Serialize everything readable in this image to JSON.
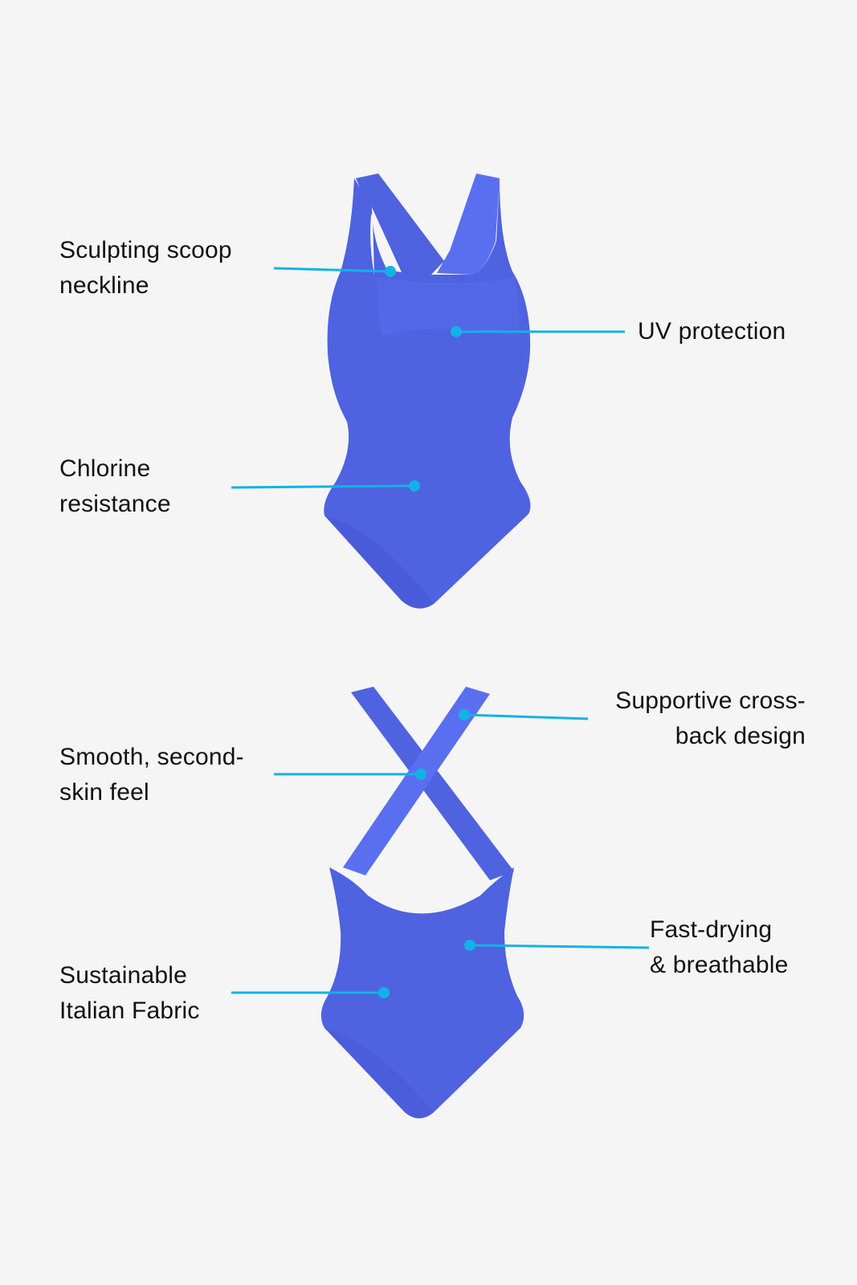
{
  "callouts": {
    "front": {
      "neckline": {
        "line1": "Sculpting scoop",
        "line2": "neckline"
      },
      "uv": {
        "line1": "UV protection"
      },
      "chlorine": {
        "line1": "Chlorine",
        "line2": "resistance"
      }
    },
    "back": {
      "crossback": {
        "line1": "Supportive cross-",
        "line2": "back design"
      },
      "smooth": {
        "line1": "Smooth, second-",
        "line2": "skin feel"
      },
      "fastdry": {
        "line1": "Fast-drying",
        "line2": "& breathable"
      },
      "fabric": {
        "line1": "Sustainable",
        "line2": "Italian Fabric"
      }
    }
  },
  "colors": {
    "background": "#f5f5f5",
    "swimsuit": "#4f62e0",
    "leader": "#12b2e6",
    "text": "#111111"
  }
}
